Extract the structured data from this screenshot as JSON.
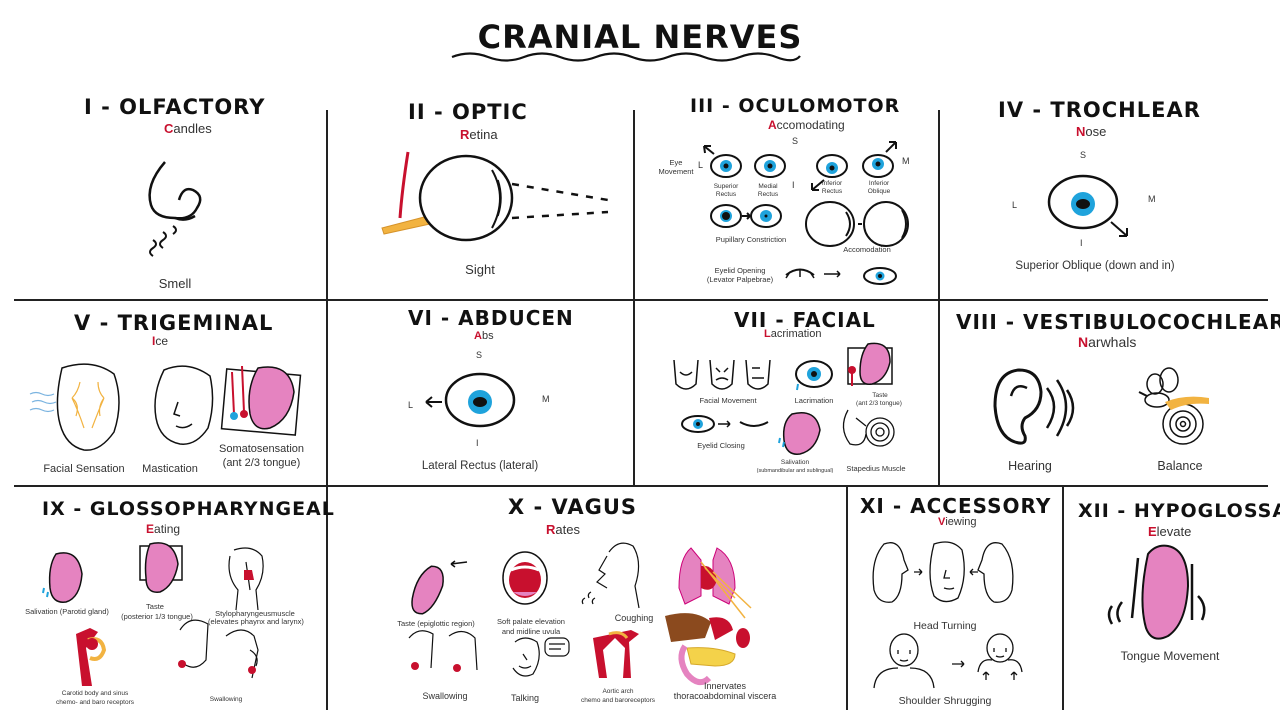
{
  "title": "CRANIAL NERVES",
  "colors": {
    "accent_red": "#c8102e",
    "tongue_pink": "#e583c0",
    "iris_blue": "#1fa3dc",
    "nerve_orange": "#f2b341",
    "line": "#222222"
  },
  "nerves": [
    {
      "numeral": "I",
      "name": "OLFACTORY",
      "mnemonic_cap": "C",
      "mnemonic_rest": "andles",
      "labels": [
        "Smell"
      ]
    },
    {
      "numeral": "II",
      "name": "OPTIC",
      "mnemonic_cap": "R",
      "mnemonic_rest": "etina",
      "labels": [
        "Sight"
      ]
    },
    {
      "numeral": "III",
      "name": "OCULOMOTOR",
      "mnemonic_cap": "A",
      "mnemonic_rest": "ccomodating",
      "labels": [
        "Eye Movement",
        "Superior Rectus",
        "Medial Rectus",
        "Inferior Rectus",
        "Inferior Oblique",
        "Pupillary Constriction",
        "Accomodation",
        "Eyelid Opening (Levator Palpebrae)"
      ]
    },
    {
      "numeral": "IV",
      "name": "TROCHLEAR",
      "mnemonic_cap": "N",
      "mnemonic_rest": "ose",
      "labels": [
        "Superior Oblique (down and in)"
      ]
    },
    {
      "numeral": "V",
      "name": "TRIGEMINAL",
      "mnemonic_cap": "I",
      "mnemonic_rest": "ce",
      "labels": [
        "Facial Sensation",
        "Mastication",
        "Somatosensation",
        "(ant 2/3 tongue)"
      ]
    },
    {
      "numeral": "VI",
      "name": "ABDUCEN",
      "mnemonic_cap": "A",
      "mnemonic_rest": "bs",
      "labels": [
        "Lateral Rectus (lateral)"
      ]
    },
    {
      "numeral": "VII",
      "name": "FACIAL",
      "mnemonic_cap": "L",
      "mnemonic_rest": "acrimation",
      "labels": [
        "Facial Movement",
        "Lacrimation",
        "Taste",
        "(ant 2/3 tongue)",
        "Eyelid Closing",
        "Salivation",
        "(submandibular and sublingual)",
        "Stapedius Muscle"
      ]
    },
    {
      "numeral": "VIII",
      "name": "VESTIBULOCOCHLEAR",
      "mnemonic_cap": "N",
      "mnemonic_rest": "arwhals",
      "labels": [
        "Hearing",
        "Balance"
      ]
    },
    {
      "numeral": "IX",
      "name": "GLOSSOPHARYNGEAL",
      "mnemonic_cap": "E",
      "mnemonic_rest": "ating",
      "labels": [
        "Salivation (Parotid gland)",
        "Taste",
        "(posterior 1/3 tongue)",
        "Stylopharyngeusmuscle",
        "(elevates phaynx and larynx)",
        "Carotid body and sinus",
        "chemo- and baro receptors",
        "Swallowing"
      ]
    },
    {
      "numeral": "X",
      "name": "VAGUS",
      "mnemonic_cap": "R",
      "mnemonic_rest": "ates",
      "labels": [
        "Taste (epiglottic region)",
        "Soft palate elevation",
        "and midline uvula",
        "Coughing",
        "Swallowing",
        "Talking",
        "Aortic arch",
        "chemo and baroreceptors",
        "Innervates",
        "thoracoabdominal viscera"
      ]
    },
    {
      "numeral": "XI",
      "name": "ACCESSORY",
      "mnemonic_cap": "V",
      "mnemonic_rest": "iewing",
      "labels": [
        "Head Turning",
        "Shoulder Shrugging"
      ]
    },
    {
      "numeral": "XII",
      "name": "HYPOGLOSSAL",
      "mnemonic_cap": "E",
      "mnemonic_rest": "levate",
      "labels": [
        "Tongue Movement"
      ]
    }
  ],
  "directions": {
    "s": "S",
    "l": "L",
    "m": "M",
    "i": "I"
  }
}
